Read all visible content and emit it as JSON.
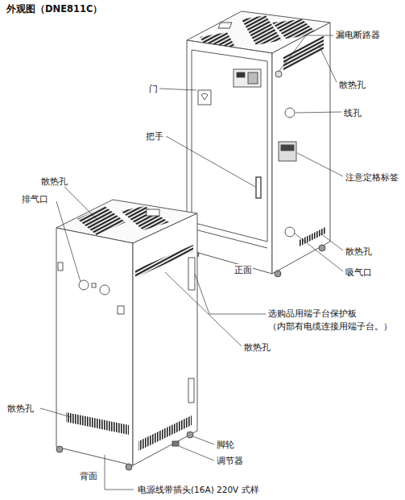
{
  "diagram": {
    "title": "外观图（DNE811C）",
    "labels": [
      "漏电断路器",
      "散热孔",
      "门",
      "线孔",
      "把手",
      "注意定格标签",
      "散热孔",
      "吸气口",
      "正面",
      "散热孔",
      "排气口",
      "选购品用端子台保护板",
      "（内部有电缆连接用端子台。）",
      "散热孔",
      "散热孔",
      "脚轮",
      "背面",
      "调节器",
      "电源线带插头(16A) 220V 式样"
    ]
  }
}
